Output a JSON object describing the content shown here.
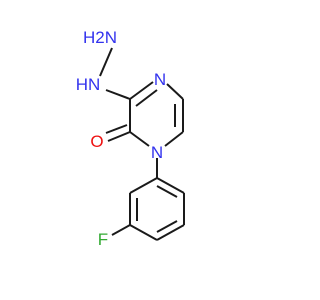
{
  "molecule": {
    "atoms": {
      "hydrazine_terminal_n": {
        "label": "H2N",
        "color": "#3333ee"
      },
      "hydrazine_nh": {
        "label": "HN",
        "color": "#3333ee"
      },
      "ring_n4": {
        "label": "N",
        "color": "#3333ee"
      },
      "ring_n1": {
        "label": "N",
        "color": "#3333ee"
      },
      "carbonyl_o": {
        "label": "O",
        "color": "#ee1111"
      },
      "fluorine": {
        "label": "F",
        "color": "#33aa33"
      }
    },
    "bond_color": "#1a1a1a",
    "background": "#ffffff"
  }
}
